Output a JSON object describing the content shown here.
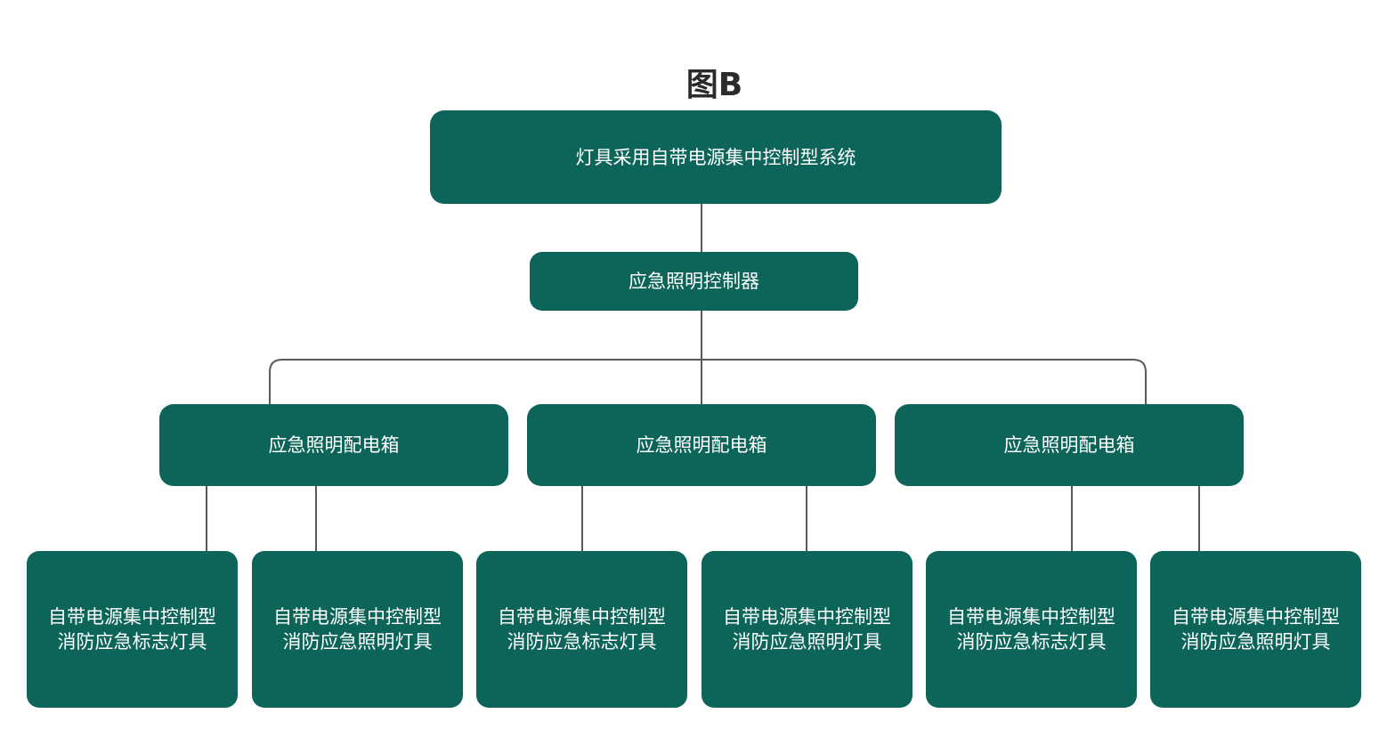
{
  "diagram": {
    "title": "图B",
    "root": "灯具采用自带电源集中控制型系统",
    "controller": "应急照明控制器",
    "boxes": [
      {
        "label": "应急照明配电箱"
      },
      {
        "label": "应急照明配电箱"
      },
      {
        "label": "应急照明配电箱"
      }
    ],
    "leaves": [
      {
        "line1": "自带电源集中控制型",
        "line2": "消防应急标志灯具"
      },
      {
        "line1": "自带电源集中控制型",
        "line2": "消防应急照明灯具"
      },
      {
        "line1": "自带电源集中控制型",
        "line2": "消防应急标志灯具"
      },
      {
        "line1": "自带电源集中控制型",
        "line2": "消防应急照明灯具"
      },
      {
        "line1": "自带电源集中控制型",
        "line2": "消防应急标志灯具"
      },
      {
        "line1": "自带电源集中控制型",
        "line2": "消防应急照明灯具"
      }
    ]
  },
  "colors": {
    "node_fill": "#0d6458",
    "node_text": "#ffffff",
    "connector": "#5a5a5a",
    "title_text": "#2b2b2b"
  }
}
